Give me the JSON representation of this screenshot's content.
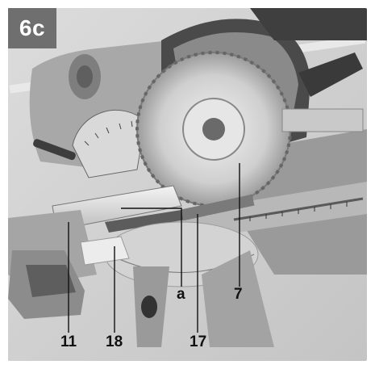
{
  "figure": {
    "badge": "6c",
    "callouts": {
      "c7": "7",
      "c11": "11",
      "c18": "18",
      "c17": "17",
      "ca": "a"
    }
  },
  "colors": {
    "background": "#cfcfcf",
    "badge": "#6f6f6f",
    "line": "#111111"
  }
}
